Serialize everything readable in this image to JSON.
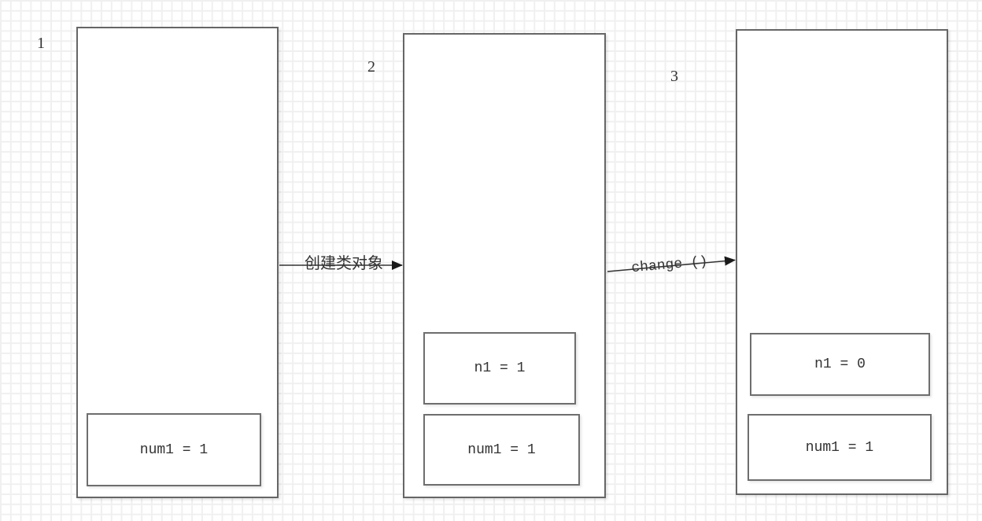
{
  "colors": {
    "grid_line": "#f0f0f0",
    "frame_border": "#666666",
    "var_box_border": "#6e6e6e",
    "text": "#333333",
    "arrow": "#333333"
  },
  "steps": [
    {
      "label": "1"
    },
    {
      "label": "2"
    },
    {
      "label": "3"
    }
  ],
  "frames": {
    "frame1": {
      "vars": [
        {
          "text": "num1 = 1"
        }
      ]
    },
    "frame2": {
      "vars": [
        {
          "text": "n1 = 1"
        },
        {
          "text": "num1 = 1"
        }
      ]
    },
    "frame3": {
      "vars": [
        {
          "text": "n1 = 0"
        },
        {
          "text": "num1 = 1"
        }
      ]
    }
  },
  "arrows": [
    {
      "label": "创建类对象"
    },
    {
      "label": "change ()"
    }
  ]
}
